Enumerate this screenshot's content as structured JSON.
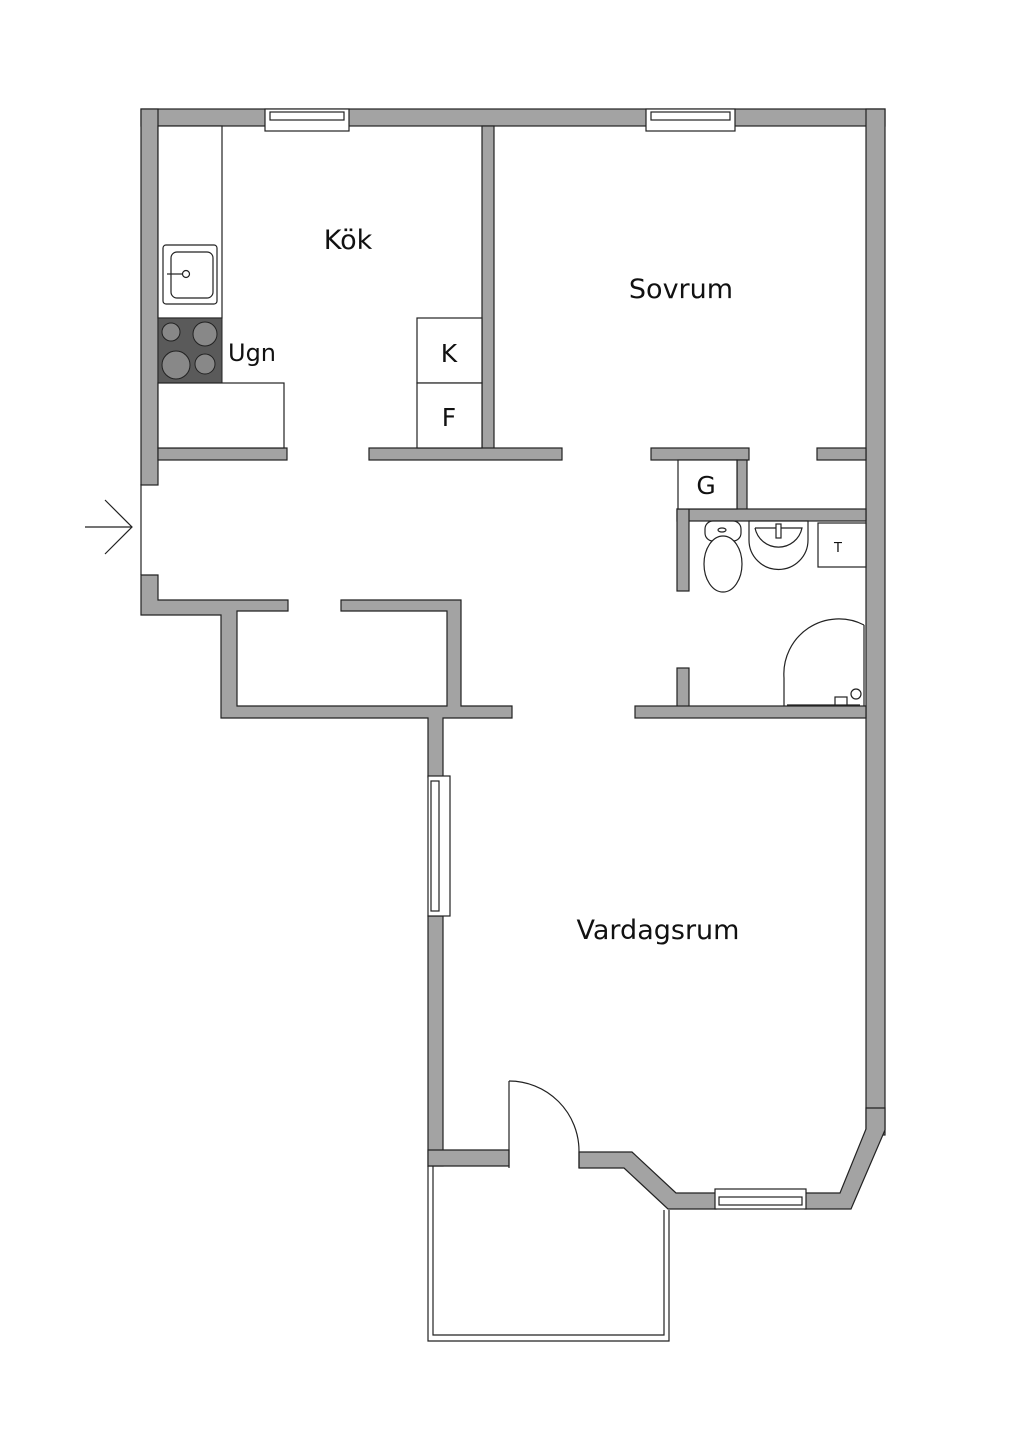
{
  "plan": {
    "wall_color": "#a3a3a3",
    "rooms": [
      {
        "id": "kitchen",
        "label": "Kök"
      },
      {
        "id": "bedroom",
        "label": "Sovrum"
      },
      {
        "id": "living",
        "label": "Vardagsrum"
      }
    ],
    "fixtures": {
      "stove": "Ugn",
      "fridge": "K",
      "freezer": "F",
      "wardrobe": "G",
      "dryer": "T"
    },
    "icons": [
      "entrance-arrow-icon",
      "sink-icon",
      "stove-icon",
      "toilet-icon",
      "washbasin-icon",
      "shower-icon",
      "door-swing-icon",
      "window-icon"
    ]
  }
}
